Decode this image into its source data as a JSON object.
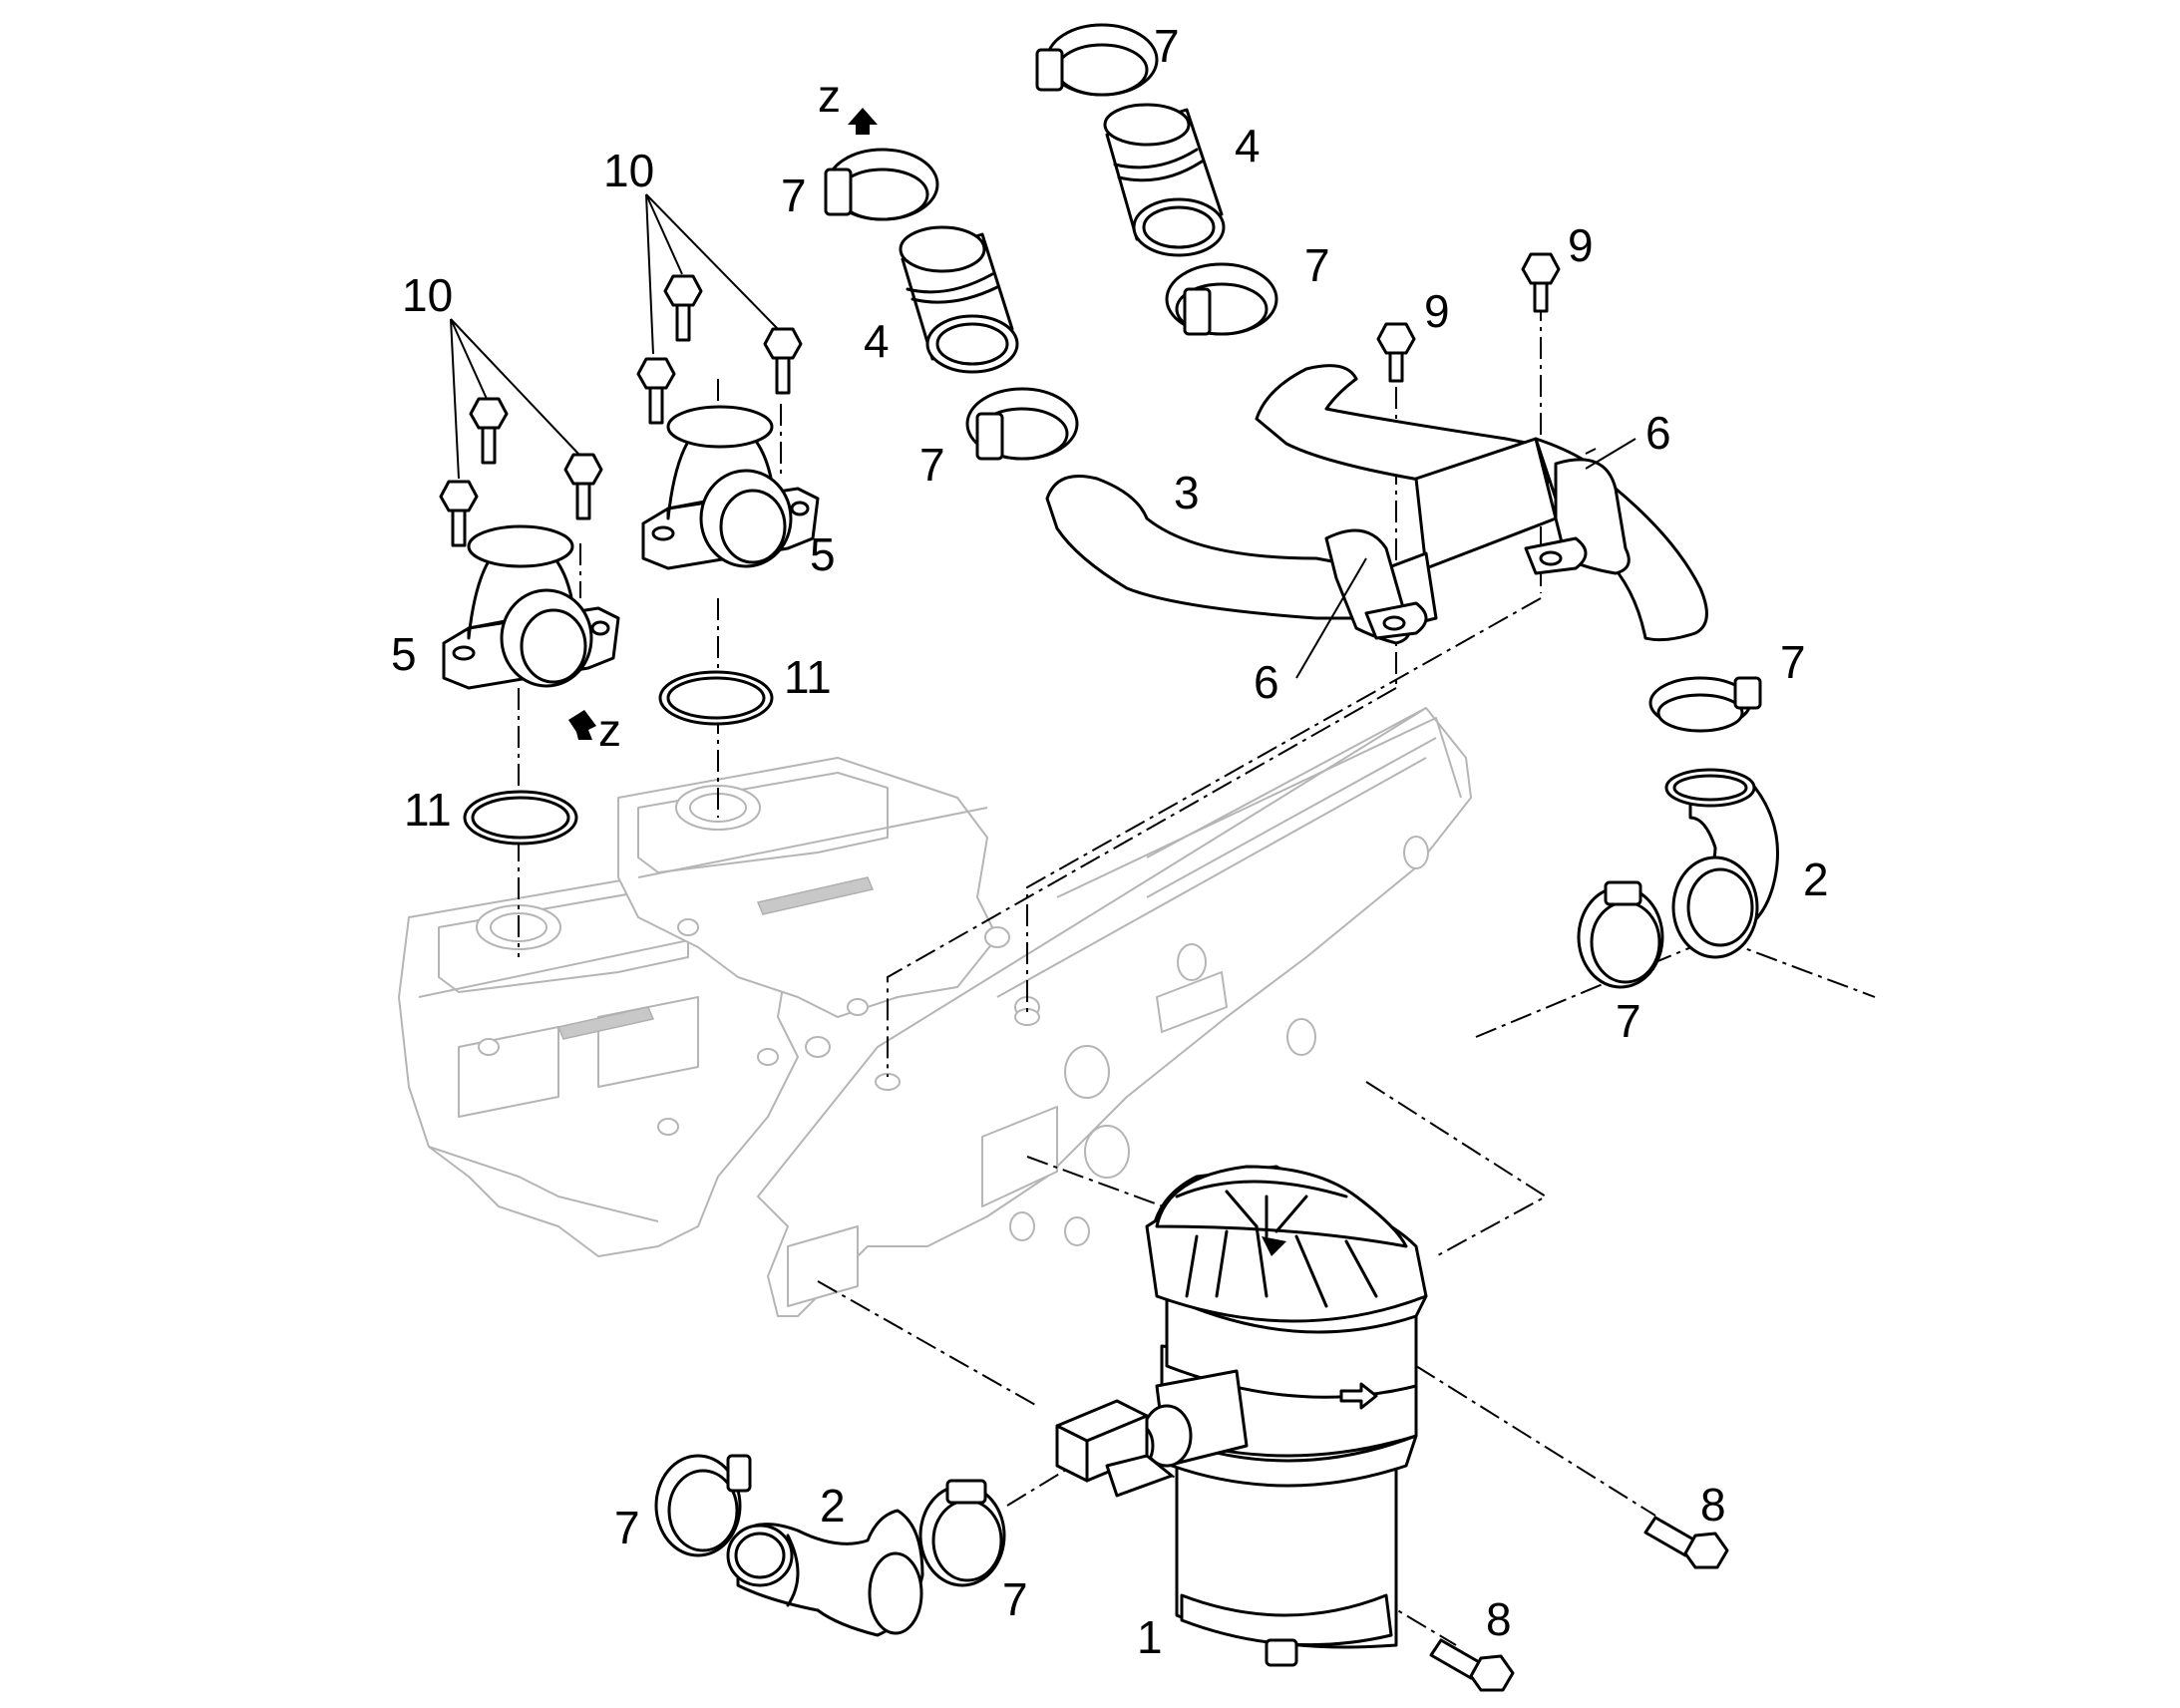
{
  "diagram": {
    "callouts": {
      "c1": "1",
      "c2a": "2",
      "c2b": "2",
      "c3": "3",
      "c4a": "4",
      "c4b": "4",
      "c5a": "5",
      "c5b": "5",
      "c6a": "6",
      "c6b": "6",
      "c7a": "7",
      "c7b": "7",
      "c7c": "7",
      "c7d": "7",
      "c7e": "7",
      "c7f": "7",
      "c7g": "7",
      "c7h": "7",
      "c8a": "8",
      "c8b": "8",
      "c9a": "9",
      "c9b": "9",
      "c10a": "10",
      "c10b": "10",
      "c11a": "11",
      "c11b": "11",
      "za": "z",
      "zb": "z"
    }
  }
}
